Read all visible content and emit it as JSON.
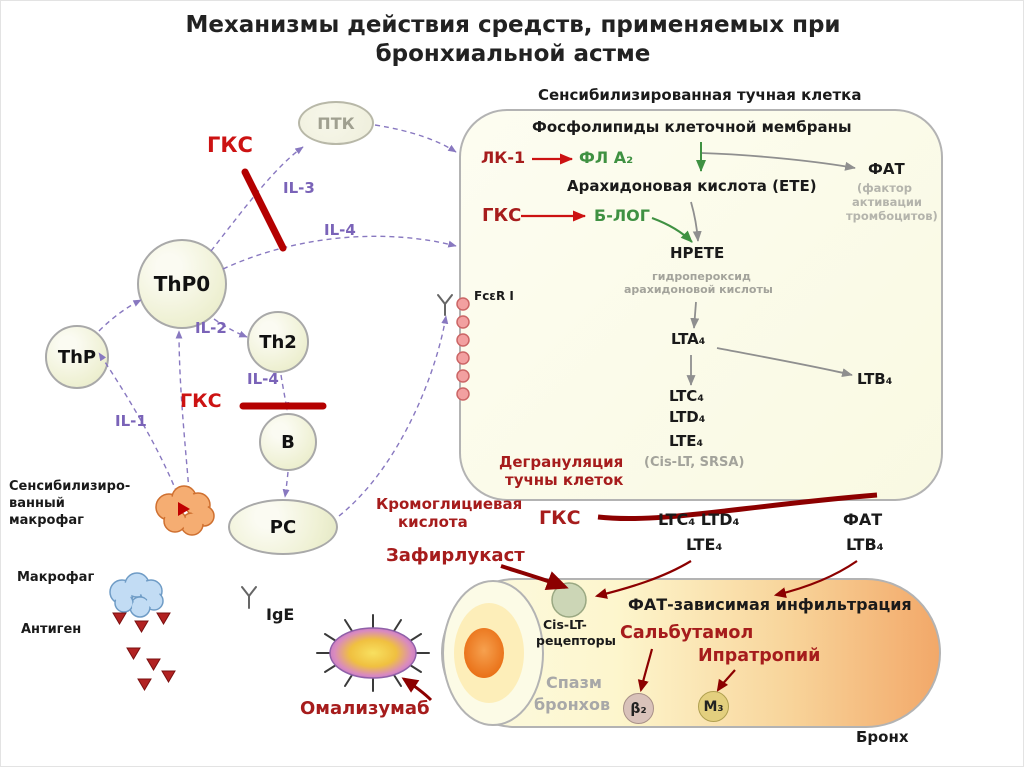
{
  "title": {
    "line1": "Механизмы действия средств, применяемых при",
    "line2": "бронхиальной астме"
  },
  "cells": {
    "ptk": "ПТК",
    "thp0": "ThP0",
    "thp": "ThP",
    "th2": "Th2",
    "b_cell": "B",
    "pc": "PC"
  },
  "cytokines": {
    "il1": "IL-1",
    "il2": "IL-2",
    "il3": "IL-3",
    "il4_top": "IL-4",
    "il4_mid": "IL-4"
  },
  "drugs": {
    "gks_top": "ГКС",
    "gks_mid": "ГКС",
    "gks_cell": "ГКС",
    "gks_bottom": "ГКС",
    "lk1": "ЛК-1",
    "cromoglycic_line1": "Кромоглициевая",
    "cromoglycic_line2": "кислота",
    "zafirlukast": "Зафирлукаст",
    "omalizumab": "Омализумаб",
    "salbutamol": "Сальбутамол",
    "ipratropium": "Ипратропий"
  },
  "mast_cell": {
    "header": "Сенсибилизированная тучная клетка",
    "membrane": "Фосфолипиды клеточной мембраны",
    "fl_a2": "ФЛ А₂",
    "fat": "ФАТ",
    "fat_note_line1": "(фактор",
    "fat_note_line2": "активации",
    "fat_note_line3": "тромбоцитов)",
    "arachidonic": "Арахидоновая кислота (ЕТЕ)",
    "b_log": "Б-ЛОГ",
    "hpete": "НРЕТЕ",
    "hpete_note_line1": "гидропероксид",
    "hpete_note_line2": "арахидоновой кислоты",
    "lta4": "LTA₄",
    "ltb4": "LTB₄",
    "ltc4": "LTC₄",
    "ltd4": "LTD₄",
    "lte4": "LTE₄",
    "cis_lt_srsa": "(Cis-LT, SRSA)",
    "fcer1": "FcεR I",
    "degranulation_line1": "Дегрануляция",
    "degranulation_line2": "тучны клеток"
  },
  "mediators": {
    "ltc4_ltd4": "LTC₄ LTD₄",
    "lte4": "LTE₄",
    "fat": "ФАТ",
    "ltb4": "LTB₄"
  },
  "left_side": {
    "sens_macrophage_line1": "Сенсибилизиро-",
    "sens_macrophage_line2": "ванный",
    "sens_macrophage_line3": "макрофаг",
    "macrophage": "Макрофаг",
    "antigen": "Антиген",
    "ige": "IgE"
  },
  "bronchus": {
    "cis_lt_line1": "Cis-LT-",
    "cis_lt_line2": "рецепторы",
    "fat_infiltration": "ФАТ-зависимая инфильтрация",
    "spasm_line1": "Спазм",
    "spasm_line2": "бронхов",
    "beta2": "β₂",
    "m3": "М₃",
    "bronchus_label": "Бронх"
  },
  "colors": {
    "drug_dark_red": "#a61c1c",
    "drug_bright_red": "#cc1212",
    "inhibit_bar_red": "#b40000",
    "degranulation_line_red": "#8c0000",
    "cytokine_purple": "#7a63b8",
    "enzyme_green": "#3f9142",
    "pathway_gray": "#8f8f8f",
    "note_gray": "#a3a39b"
  }
}
